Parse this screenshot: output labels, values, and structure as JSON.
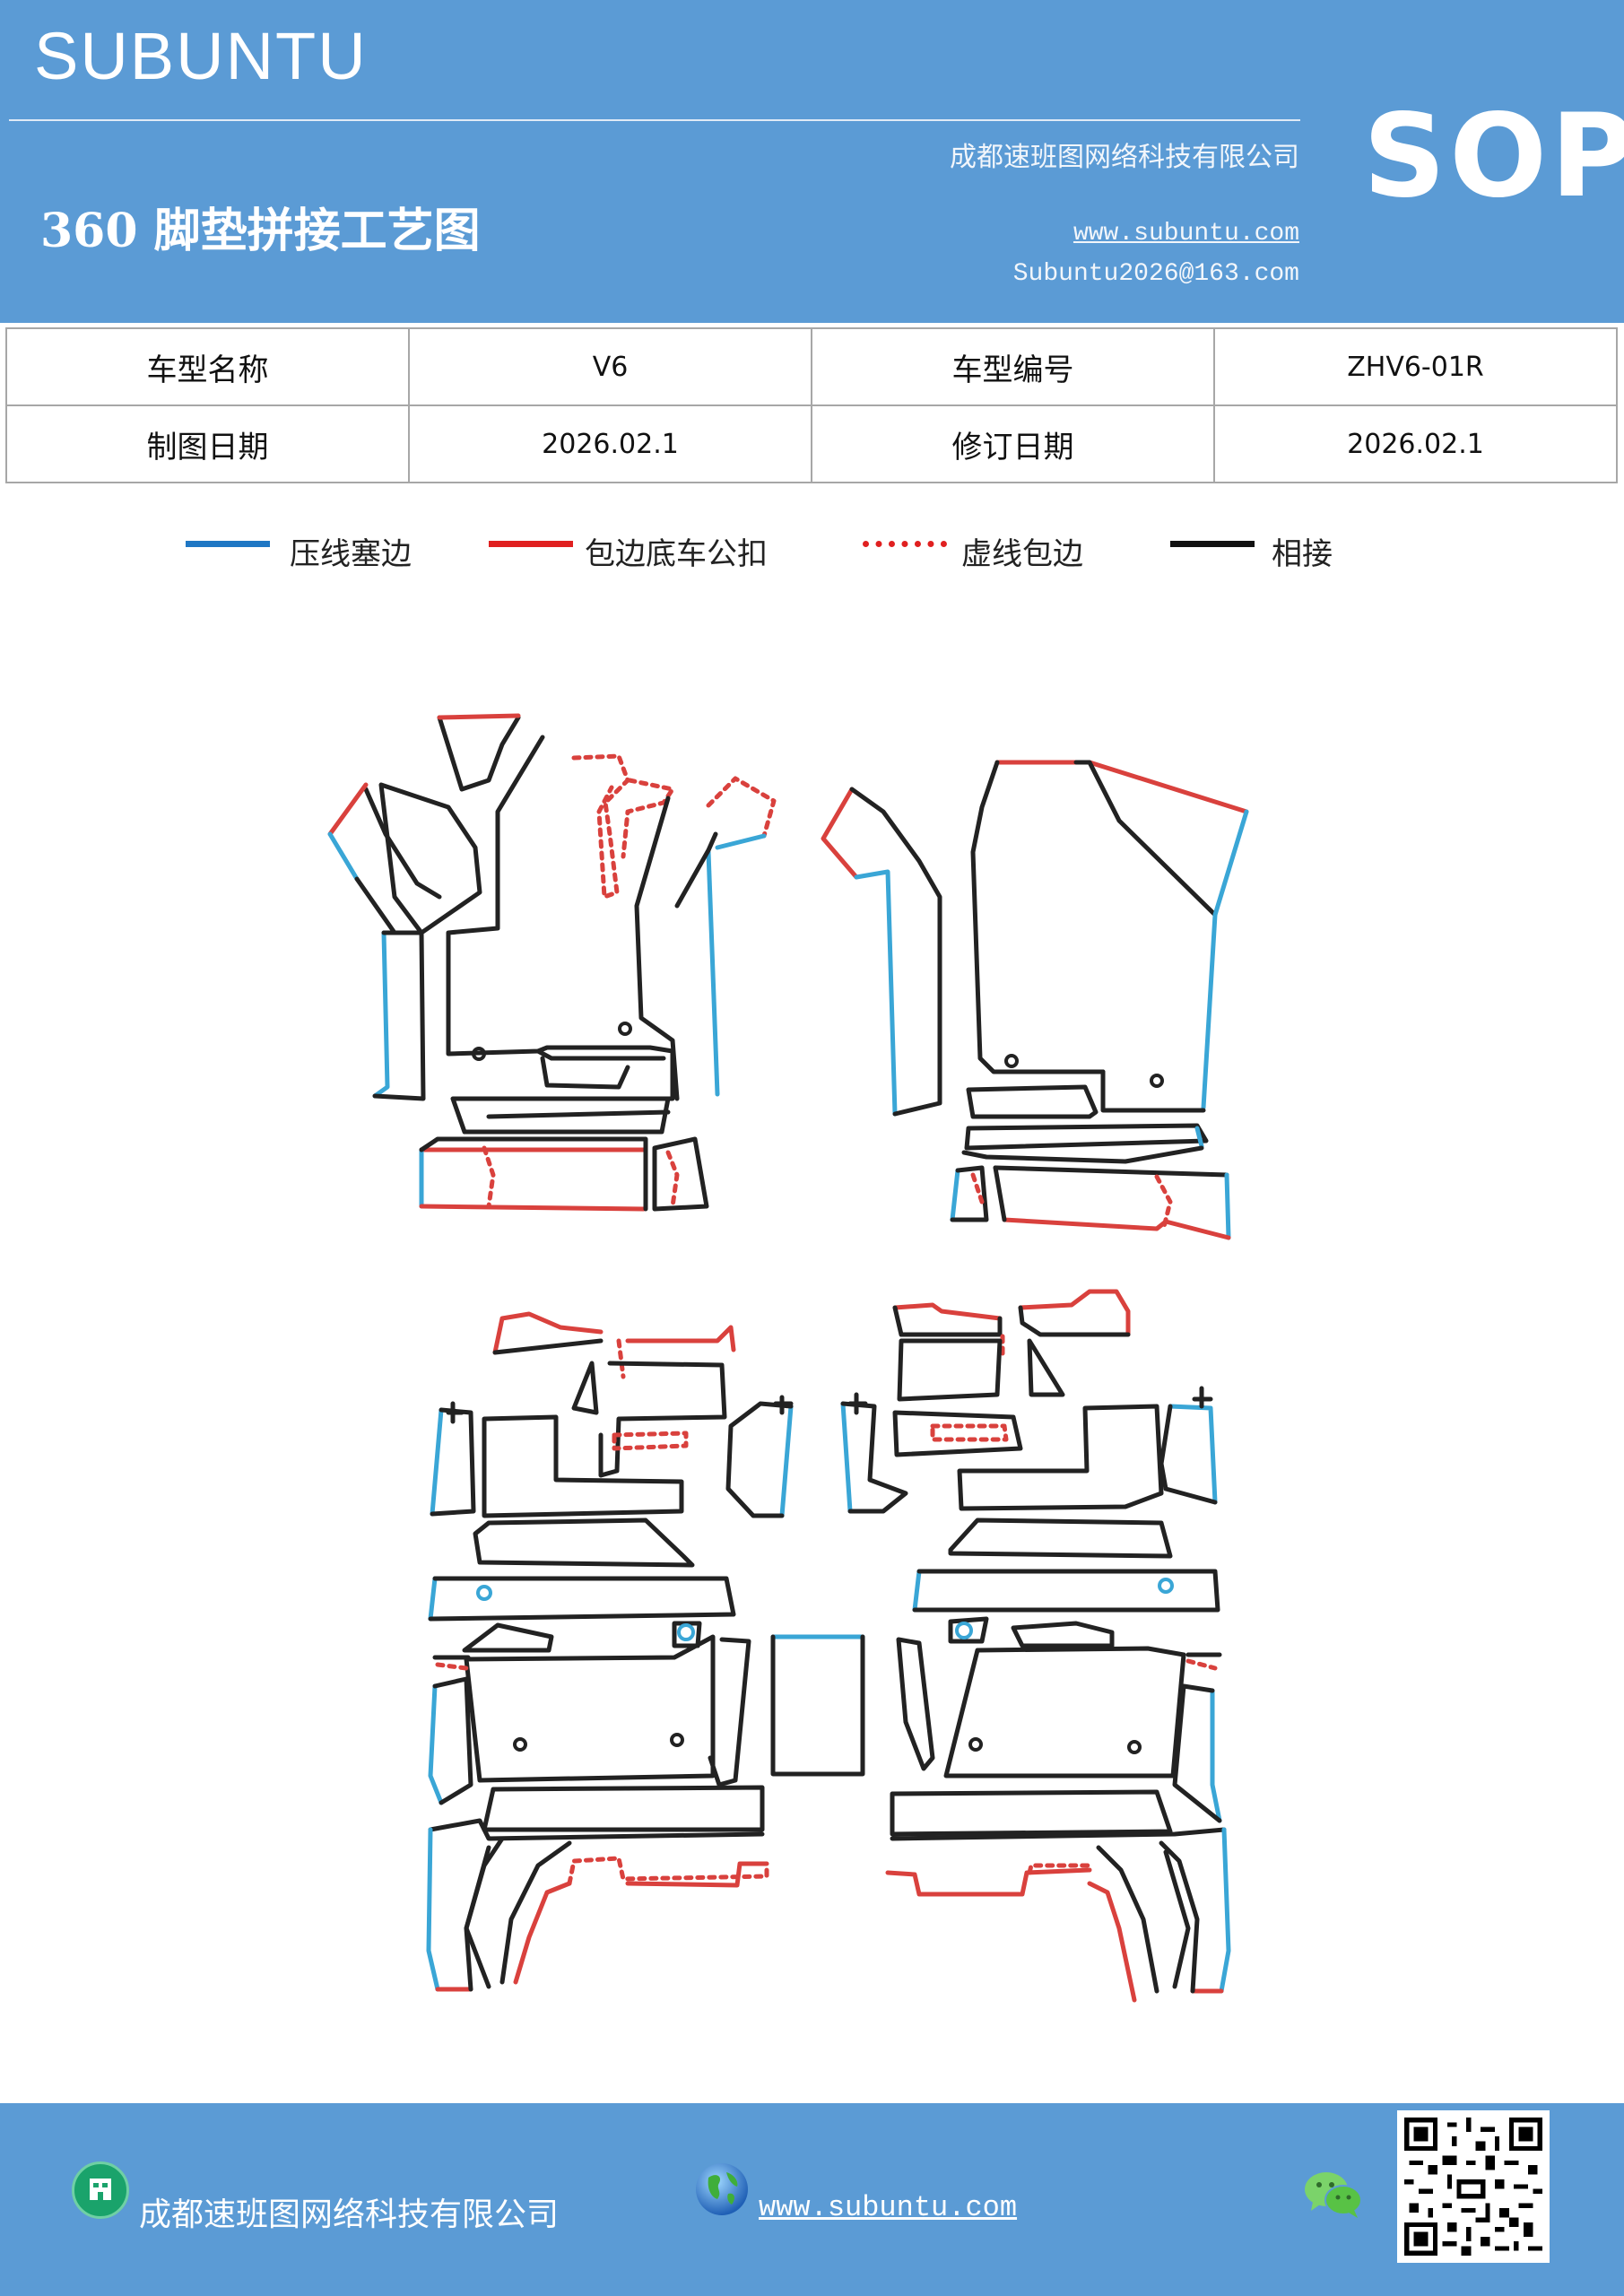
{
  "header": {
    "brand": "SUBUNTU",
    "company": "成都速班图网络科技有限公司",
    "title": "360 脚垫拼接工艺图",
    "website": "www.subuntu.com",
    "email": "Subuntu2026@163.com",
    "badge": "SOP"
  },
  "info_table": {
    "rows": [
      [
        "车型名称",
        "V6",
        "车型编号",
        "ZHV6-01R"
      ],
      [
        "制图日期",
        "2026.02.1",
        "修订日期",
        "2026.02.1"
      ]
    ]
  },
  "legend": [
    {
      "label": "压线塞边",
      "color": "#1f77c4",
      "style": "solid"
    },
    {
      "label": "包边底车公扣",
      "color": "#e02020",
      "style": "solid"
    },
    {
      "label": "虚线包边",
      "color": "#e02020",
      "style": "dotted"
    },
    {
      "label": "相接",
      "color": "#111111",
      "style": "solid"
    }
  ],
  "colors": {
    "header_bg": "#5b9bd5",
    "outline_black": "#222222",
    "outline_blue": "#3aa6d6",
    "outline_red": "#d9413d"
  },
  "footer": {
    "company": "成都速班图网络科技有限公司",
    "website": "www.subuntu.com",
    "icons": [
      "building-icon",
      "globe-icon",
      "wechat-icon",
      "qr-code"
    ]
  }
}
